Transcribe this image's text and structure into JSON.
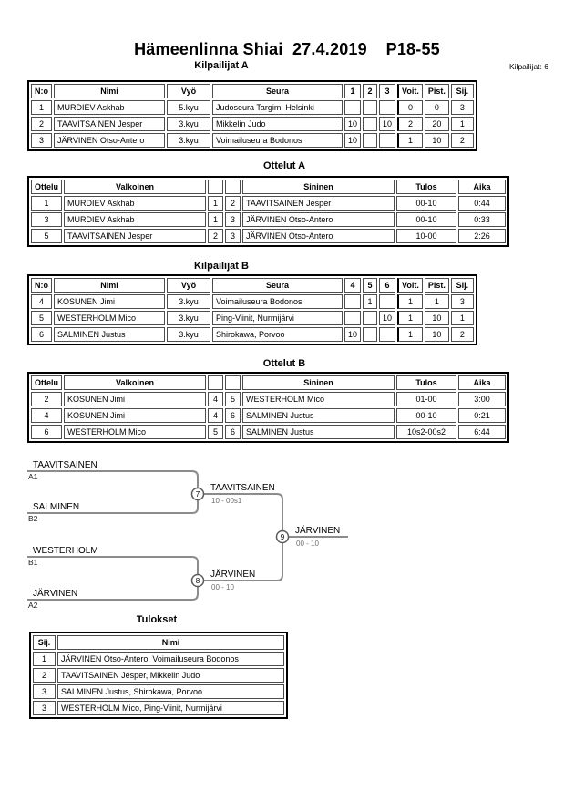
{
  "page": {
    "title": "Hämeenlinna Shiai  27.4.2019    P18-55",
    "competitors_count": "Kilpailijat: 6"
  },
  "colors": {
    "table_outer_border": "#000000",
    "cell_border": "#4d4d4d",
    "bracket_line": "#8c8c8c",
    "bracket_score_text": "#6e6e6e"
  },
  "pool_a": {
    "title": "Kilpailijat A",
    "headers": [
      "N:o",
      "Nimi",
      "Vyö",
      "Seura",
      "1",
      "2",
      "3",
      "Voit.",
      "Pist.",
      "Sij."
    ],
    "rows": [
      {
        "no": "1",
        "name": "MURDIEV Askhab",
        "belt": "5.kyu",
        "club": "Judoseura Targim, Helsinki",
        "s1": "",
        "s2": "",
        "s3": "",
        "wins": "0",
        "points": "0",
        "place": "3"
      },
      {
        "no": "2",
        "name": "TAAVITSAINEN Jesper",
        "belt": "3.kyu",
        "club": "Mikkelin Judo",
        "s1": "10",
        "s2": "",
        "s3": "10",
        "wins": "2",
        "points": "20",
        "place": "1"
      },
      {
        "no": "3",
        "name": "JÄRVINEN Otso-Antero",
        "belt": "3.kyu",
        "club": "Voimailuseura Bodonos",
        "s1": "10",
        "s2": "",
        "s3": "",
        "wins": "1",
        "points": "10",
        "place": "2"
      }
    ]
  },
  "matches_a": {
    "title": "Ottelut A",
    "headers": [
      "Ottelu",
      "Valkoinen",
      "",
      "",
      "Sininen",
      "Tulos",
      "Aika"
    ],
    "rows": [
      {
        "no": "1",
        "white": "MURDIEV Askhab",
        "wn": "1",
        "bn": "2",
        "blue": "TAAVITSAINEN Jesper",
        "result": "00-10",
        "time": "0:44"
      },
      {
        "no": "3",
        "white": "MURDIEV Askhab",
        "wn": "1",
        "bn": "3",
        "blue": "JÄRVINEN Otso-Antero",
        "result": "00-10",
        "time": "0:33"
      },
      {
        "no": "5",
        "white": "TAAVITSAINEN Jesper",
        "wn": "2",
        "bn": "3",
        "blue": "JÄRVINEN Otso-Antero",
        "result": "10-00",
        "time": "2:26"
      }
    ]
  },
  "pool_b": {
    "title": "Kilpailijat B",
    "headers": [
      "N:o",
      "Nimi",
      "Vyö",
      "Seura",
      "4",
      "5",
      "6",
      "Voit.",
      "Pist.",
      "Sij."
    ],
    "rows": [
      {
        "no": "4",
        "name": "KOSUNEN Jimi",
        "belt": "3.kyu",
        "club": "Voimailuseura Bodonos",
        "s1": "",
        "s2": "1",
        "s3": "",
        "wins": "1",
        "points": "1",
        "place": "3"
      },
      {
        "no": "5",
        "name": "WESTERHOLM Mico",
        "belt": "3.kyu",
        "club": "Ping-Viinit, Nurmijärvi",
        "s1": "",
        "s2": "",
        "s3": "10",
        "wins": "1",
        "points": "10",
        "place": "1"
      },
      {
        "no": "6",
        "name": "SALMINEN Justus",
        "belt": "3.kyu",
        "club": "Shirokawa, Porvoo",
        "s1": "10",
        "s2": "",
        "s3": "",
        "wins": "1",
        "points": "10",
        "place": "2"
      }
    ]
  },
  "matches_b": {
    "title": "Ottelut B",
    "headers": [
      "Ottelu",
      "Valkoinen",
      "",
      "",
      "Sininen",
      "Tulos",
      "Aika"
    ],
    "rows": [
      {
        "no": "2",
        "white": "KOSUNEN Jimi",
        "wn": "4",
        "bn": "5",
        "blue": "WESTERHOLM Mico",
        "result": "01-00",
        "time": "3:00"
      },
      {
        "no": "4",
        "white": "KOSUNEN Jimi",
        "wn": "4",
        "bn": "6",
        "blue": "SALMINEN Justus",
        "result": "00-10",
        "time": "0:21"
      },
      {
        "no": "6",
        "white": "WESTERHOLM Mico",
        "wn": "5",
        "bn": "6",
        "blue": "SALMINEN Justus",
        "result": "10s2-00s2",
        "time": "6:44"
      }
    ]
  },
  "bracket": {
    "slots": [
      {
        "name": "TAAVITSAINEN",
        "seed": "A1"
      },
      {
        "name": "SALMINEN",
        "seed": "B2"
      },
      {
        "name": "WESTERHOLM",
        "seed": "B1"
      },
      {
        "name": "JÄRVINEN",
        "seed": "A2"
      }
    ],
    "semifinal_1": {
      "number": "7",
      "winner": "TAAVITSAINEN",
      "score": "10 - 00s1"
    },
    "semifinal_2": {
      "number": "8",
      "winner": "JÄRVINEN",
      "score": "00 - 10"
    },
    "final": {
      "number": "9",
      "winner": "JÄRVINEN",
      "score": "00 - 10"
    }
  },
  "results": {
    "title": "Tulokset",
    "headers": [
      "Sij.",
      "Nimi"
    ],
    "rows": [
      {
        "place": "1",
        "name": "JÄRVINEN Otso-Antero, Voimailuseura Bodonos"
      },
      {
        "place": "2",
        "name": "TAAVITSAINEN Jesper, Mikkelin Judo"
      },
      {
        "place": "3",
        "name": "SALMINEN Justus, Shirokawa, Porvoo"
      },
      {
        "place": "3",
        "name": "WESTERHOLM Mico, Ping-Viinit, Nurmijärvi"
      }
    ]
  }
}
